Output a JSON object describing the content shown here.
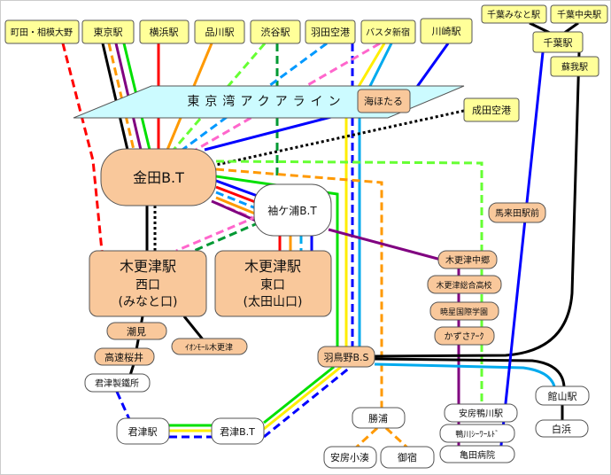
{
  "colors": {
    "stop_yellow": "#ffff99",
    "stop_orange": "#f9c89b",
    "aqualine": "#ccfbff"
  },
  "aqualine": {
    "label": "東京湾アクアライン"
  },
  "top_stations": {
    "machida": "町田・相模大野",
    "tokyo": "東京駅",
    "yokohama": "横浜駅",
    "shinagawa": "品川駅",
    "shibuya": "渋谷駅",
    "haneda": "羽田空港",
    "busta": "バスタ新宿",
    "kawasaki": "川崎駅",
    "chiba_minato": "千葉みなと駅",
    "chiba_chuo": "千葉中央駅",
    "chiba": "千葉駅",
    "soga": "蘇我駅",
    "narita": "成田空港"
  },
  "hubs": {
    "umihotaru": "海ほたる",
    "kaneda": "金田B.T",
    "sodegaura": "袖ケ浦B.T",
    "kisarazu_west": [
      "木更津駅",
      "西口",
      "(みなと口)"
    ],
    "kisarazu_east": [
      "木更津駅",
      "東口",
      "(太田山口)"
    ],
    "hatorino": "羽鳥野B.S",
    "kimitsu_bt": "君津B.T"
  },
  "stops": {
    "shiomi": "潮見",
    "aeon": "ｲｵﾝﾓｰﾙ木更津",
    "kosoku_sakurai": "高速桜井",
    "kimitsu_seitetsu": "君津製鐵所",
    "kimitsu_eki": "君津駅",
    "katsuura": "勝浦",
    "awa_kominato": "安房小湊",
    "onjuku": "御宿",
    "nakago": "木更津中郷",
    "sogo_koko": "木更津総合高校",
    "gyosei": "暁星国際学園",
    "kazusa_ark": "かずさｱｰｸ",
    "makuta": "馬来田駅前",
    "awa_kamogawa": "安房鴨川駅",
    "kamogawa_seaworld": "鴨川ｼｰﾜｰﾙﾄﾞ",
    "kameda": "亀田病院",
    "tateyama": "館山駅",
    "shirahama": "白浜"
  }
}
